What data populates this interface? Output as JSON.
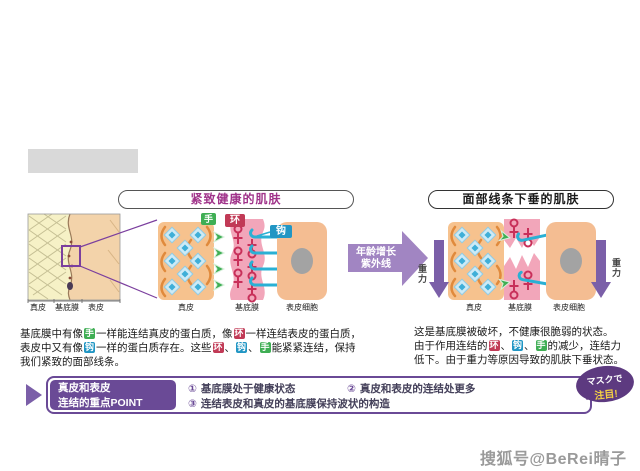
{
  "header": {
    "left_title": "紧致健康的肌肤",
    "right_title": "面部线条下垂的肌肤"
  },
  "badges": {
    "hand": "手",
    "ring": "环",
    "hook": "钩"
  },
  "mini_labels": {
    "dermis": "真皮",
    "membrane": "基底膜",
    "epidermis": "表皮"
  },
  "diagram_labels": {
    "dermis": "真皮",
    "membrane": "基底膜",
    "epidermis_cells": "表皮细胞"
  },
  "cause_arrow": {
    "line1": "年龄增长",
    "line2": "紫外线"
  },
  "gravity_label": "重力",
  "punct": {
    "dun": "、"
  },
  "left_text": {
    "l1a": "基底膜中有像",
    "l1b": "一样能连结真皮的蛋白质，像",
    "l1c": "一样连结表皮的蛋白质，",
    "l2a": "表皮中又有像",
    "l2b": "一样的蛋白质存在。这些",
    "l2c": "能紧紧连结，保持",
    "l3": "我们紧致的面部线条。"
  },
  "right_text": {
    "l1": "这是基底膜被破坏，不健康很脆弱的状态。",
    "l2a": "由于作用连结的",
    "l2b": "的减少，连结力",
    "l3": "低下。由于重力等原因导致的肌肤下垂状态。"
  },
  "point": {
    "heading1": "真皮和表皮",
    "heading2": "连结的重点POINT",
    "n1": "①",
    "t1": "基底膜处于健康状态",
    "n2": "②",
    "t2": "真皮和表皮的连结处更多",
    "n3": "③",
    "t3": "连结表皮和真皮的基底膜保持波状的构造"
  },
  "bubble": {
    "line1": "マスクで",
    "line2": "注目!"
  },
  "watermark": "搜狐号@BeRei晴子",
  "colors": {
    "hand_green": "#3fae54",
    "ring_red": "#c13a56",
    "hook_blue": "#2196c4",
    "theme_purple": "#6a4a96",
    "arrow_purple": "#a185c2",
    "membrane_pink": "#f2a6ba",
    "dermis_tan": "#f6c28e",
    "cell_salmon": "#f4bd92",
    "left_title_color": "#a0338a"
  }
}
